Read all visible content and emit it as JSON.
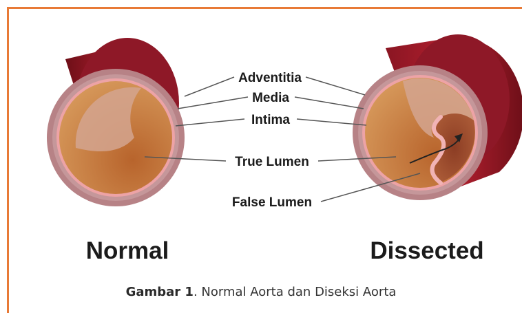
{
  "labels": {
    "adventitia": "Adventitia",
    "media": "Media",
    "intima": "Intima",
    "true_lumen": "True Lumen",
    "false_lumen": "False Lumen"
  },
  "titles": {
    "normal": "Normal",
    "dissected": "Dissected"
  },
  "caption": {
    "prefix": "Gambar 1",
    "text": ". Normal Aorta dan Diseksi Aorta"
  },
  "colors": {
    "frame": "#e87a36",
    "outer_wall": "#9b1c2a",
    "media": "#c98f92",
    "intima": "#e8a7a9",
    "lumen": "#c9773b"
  }
}
